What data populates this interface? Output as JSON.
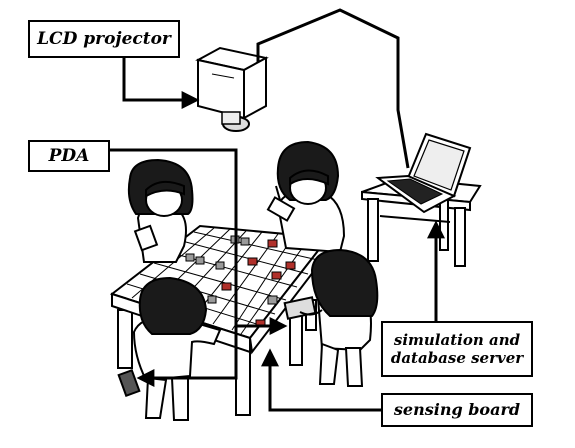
{
  "labels": {
    "lcd_projector": "LCD projector",
    "pda": "PDA",
    "server_line1": "simulation and",
    "server_line2": "database server",
    "sensing_board": "sensing board"
  },
  "colors": {
    "ink": "#000000",
    "piece_red": "#b0302a",
    "piece_gray": "#9a9a9a",
    "hair": "#1a1a1a",
    "background": "#ffffff"
  }
}
